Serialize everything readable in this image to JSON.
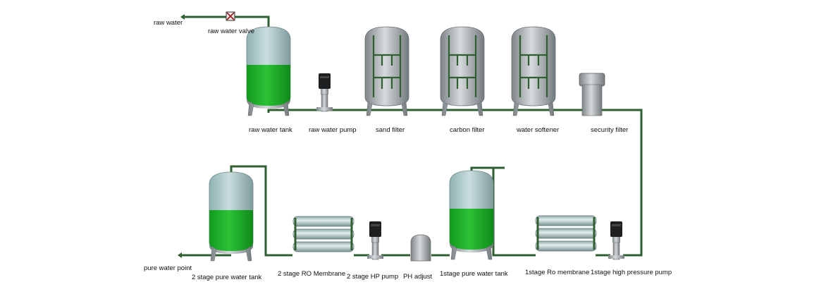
{
  "title": "Two-stage RO water treatment process",
  "colors": {
    "pipe": "#2f5e30",
    "water": "#1fae2a",
    "tank": "#a9c6c6",
    "metal": "#b9bec2"
  },
  "labels": {
    "raw_water": "raw water",
    "raw_water_valve": "raw water valve",
    "raw_water_tank": "raw water tank",
    "raw_water_pump": "raw water pump",
    "sand_filter": "sand filter",
    "carbon_filter": "carbon filter",
    "water_softener": "water softener",
    "security_filter": "security filter",
    "pure_water_point": "pure water point",
    "stage2_tank": "2 stage pure water tank",
    "stage2_ro": "2 stage RO Membrane",
    "stage2_pump": "2 stage HP pump",
    "ph_adjust": "PH adjust",
    "stage1_tank": "1stage pure water tank",
    "stage1_ro": "1stage Ro membrane",
    "stage1_pump": "1stage high pressure pump"
  }
}
